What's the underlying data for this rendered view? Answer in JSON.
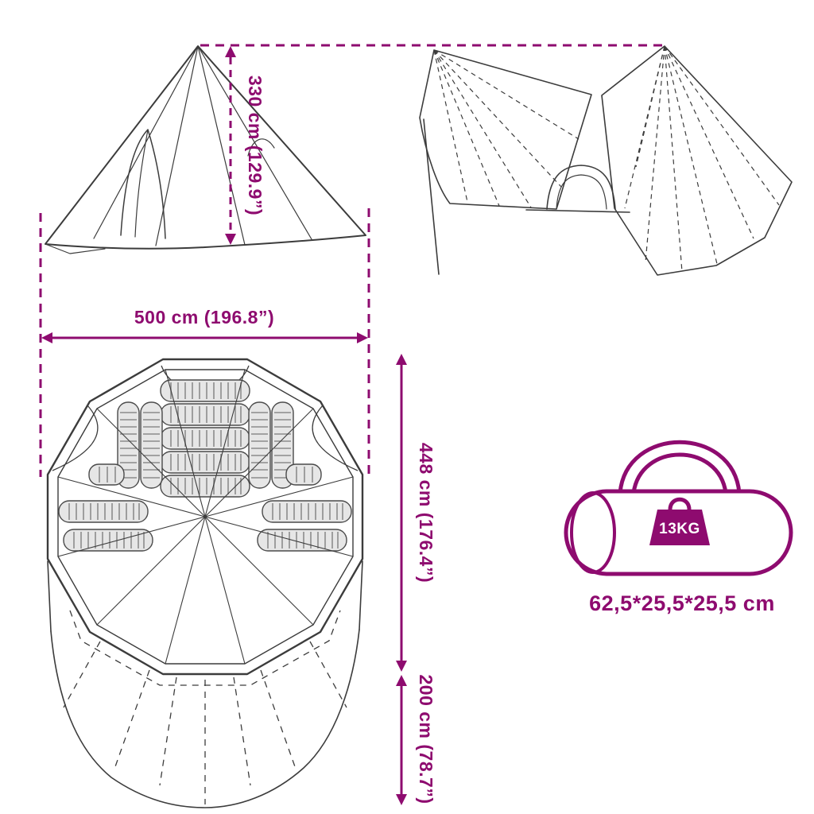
{
  "diagram": {
    "colors": {
      "accent": "#8E0B6F",
      "line": "#3C3C3C"
    },
    "labels": {
      "tent_height": "330 cm (129.9”)",
      "tent_width": "500 cm (196.8”)",
      "tent_depth": "448 cm (176.4”)",
      "porch_depth": "200 cm (78.7”)"
    },
    "bag": {
      "weight": "13KG",
      "dimensions": "62,5*25,5*25,5 cm"
    }
  }
}
